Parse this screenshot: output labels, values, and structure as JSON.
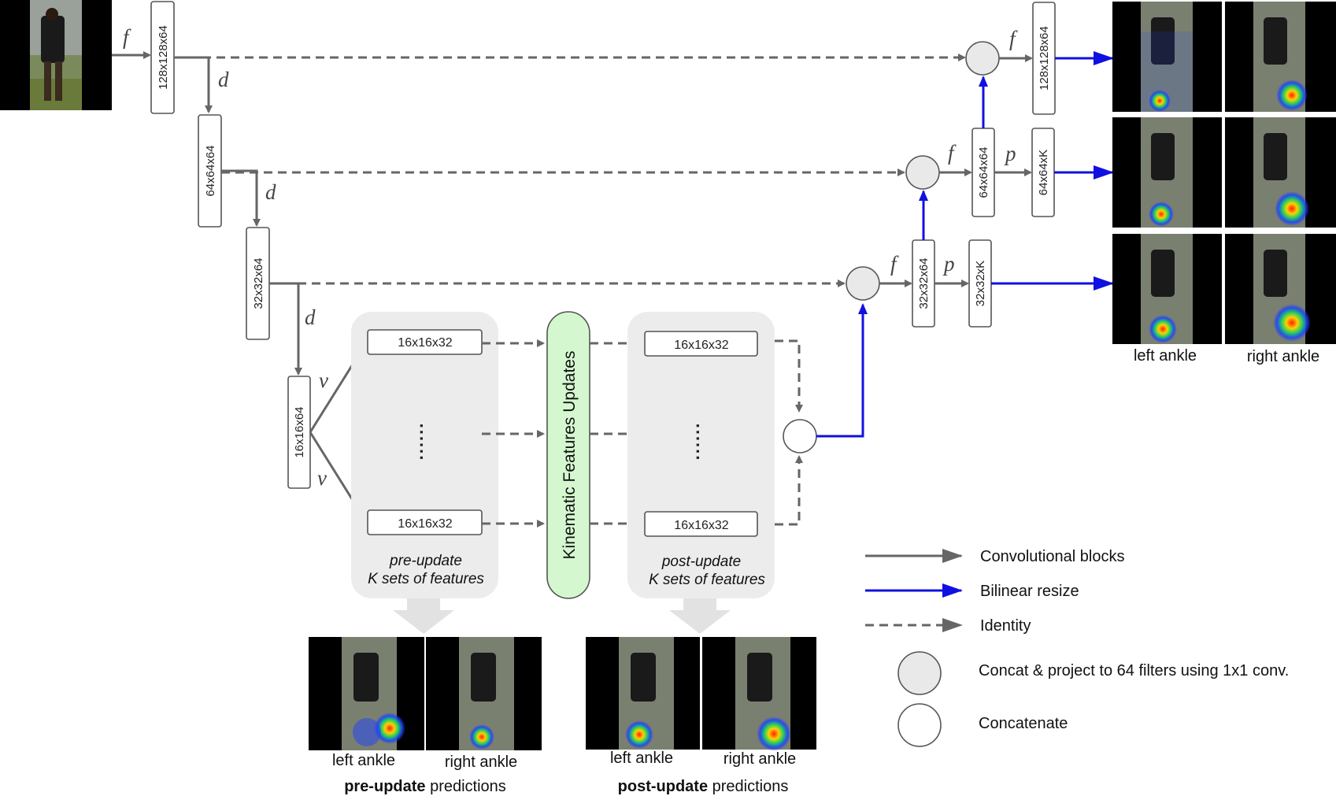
{
  "encoder_blocks": [
    "128x128x64",
    "64x64x64",
    "32x32x64",
    "16x16x64"
  ],
  "decoder_blocks": [
    "128x128x64",
    "64x64x64",
    "32x32x64"
  ],
  "output_blocks": [
    "64x64xK",
    "32x32xK"
  ],
  "kinematic_blocks": {
    "pre_top": "16x16x32",
    "pre_bottom": "16x16x32",
    "post_top": "16x16x32",
    "post_bottom": "16x16x32",
    "ellipsis": "......"
  },
  "kinematic_label": "Kinematic Features Updates",
  "pre_update": {
    "line1": "pre-update",
    "line2": "K sets of features"
  },
  "post_update": {
    "line1": "post-update",
    "line2": "K sets of features"
  },
  "symbols": {
    "f": "f",
    "d": "d",
    "p": "p",
    "v": "v"
  },
  "image_labels": {
    "left_ankle": "left ankle",
    "right_ankle": "right ankle"
  },
  "pre_predictions": {
    "bold": "pre-update",
    "rest": " predictions"
  },
  "post_predictions": {
    "bold": "post-update",
    "rest": " predictions"
  },
  "legend": {
    "conv": "Convolutional blocks",
    "bilinear": "Bilinear resize",
    "identity": "Identity",
    "concat_project": "Concat & project to 64 filters using 1x1 conv.",
    "concatenate": "Concatenate"
  },
  "colors": {
    "convolution": "#666666",
    "bilinear": "#1010e0",
    "kinematic_fill": "#d5f7cf",
    "panel_fill": "#ececec",
    "concat_project_fill": "#e9e9e9"
  }
}
